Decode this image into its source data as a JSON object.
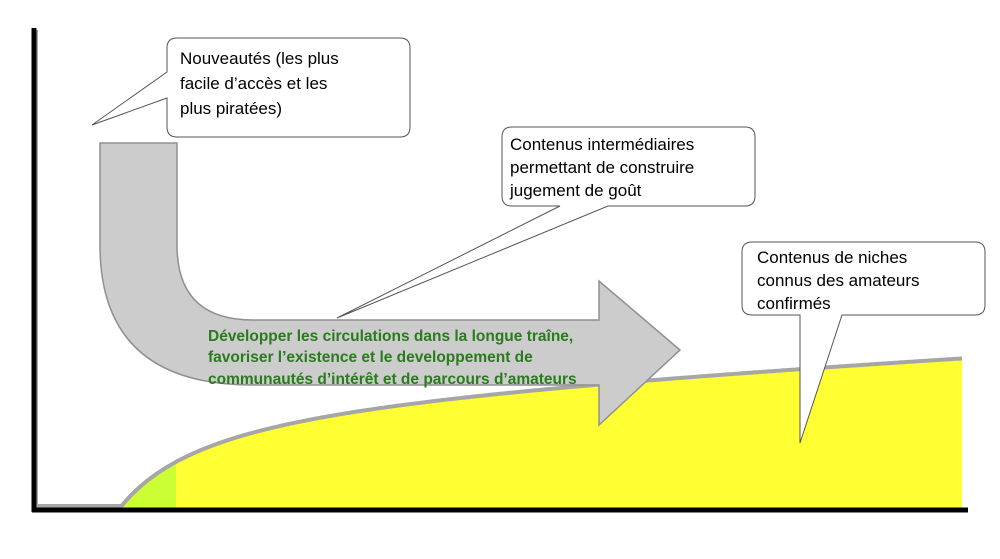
{
  "colors": {
    "head_fill": "#ccff33",
    "tail_fill": "#ffff33",
    "arrow_fill": "#cccccc",
    "arrow_stroke": "#909090",
    "arrow_text": "#2a7a1e",
    "axis": "#000000",
    "curve_stroke": "#a6a6a6"
  },
  "callouts": {
    "nouveautes": {
      "lines": [
        "Nouveautés (les plus",
        "facile d’accès et les",
        "plus piratées)"
      ]
    },
    "intermediaires": {
      "lines": [
        "Contenus intermédiaires",
        "permettant de construire",
        "jugement de goût"
      ]
    },
    "niches": {
      "lines": [
        "Contenus de niches",
        "connus des amateurs",
        "confirmés"
      ]
    }
  },
  "arrow": {
    "lines": [
      "Développer les circulations dans la longue traîne,",
      "favoriser l’existence et le developpement de",
      "communautés d’intérêt et de parcours d’amateurs"
    ]
  }
}
